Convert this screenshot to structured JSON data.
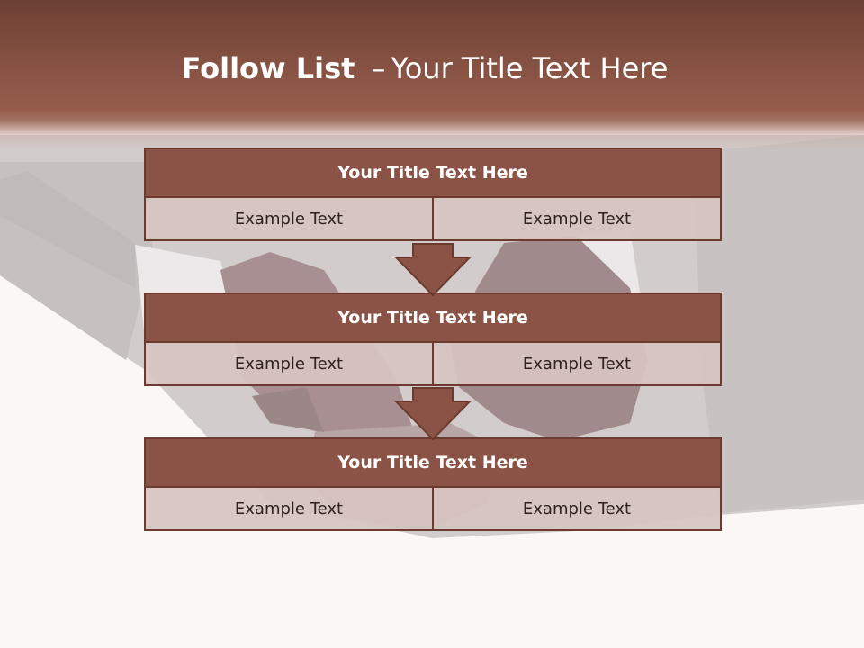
{
  "slide": {
    "title_bold": "Follow List",
    "title_dash": "–",
    "title_rest": "Your Title Text Here"
  },
  "blocks": [
    {
      "title": "Your Title Text Here",
      "cells": [
        "Example Text",
        "Example Text"
      ]
    },
    {
      "title": "Your Title Text Here",
      "cells": [
        "Example Text",
        "Example Text"
      ]
    },
    {
      "title": "Your Title Text Here",
      "cells": [
        "Example Text",
        "Example Text"
      ]
    }
  ],
  "colors": {
    "header": "#8c5646",
    "block_title": "#8b5345",
    "block_border": "#6c3a2f",
    "block_cell": "#d7c4c1",
    "arrow": "#8b5345"
  },
  "icons": [
    "down-arrow-icon",
    "down-arrow-icon"
  ]
}
